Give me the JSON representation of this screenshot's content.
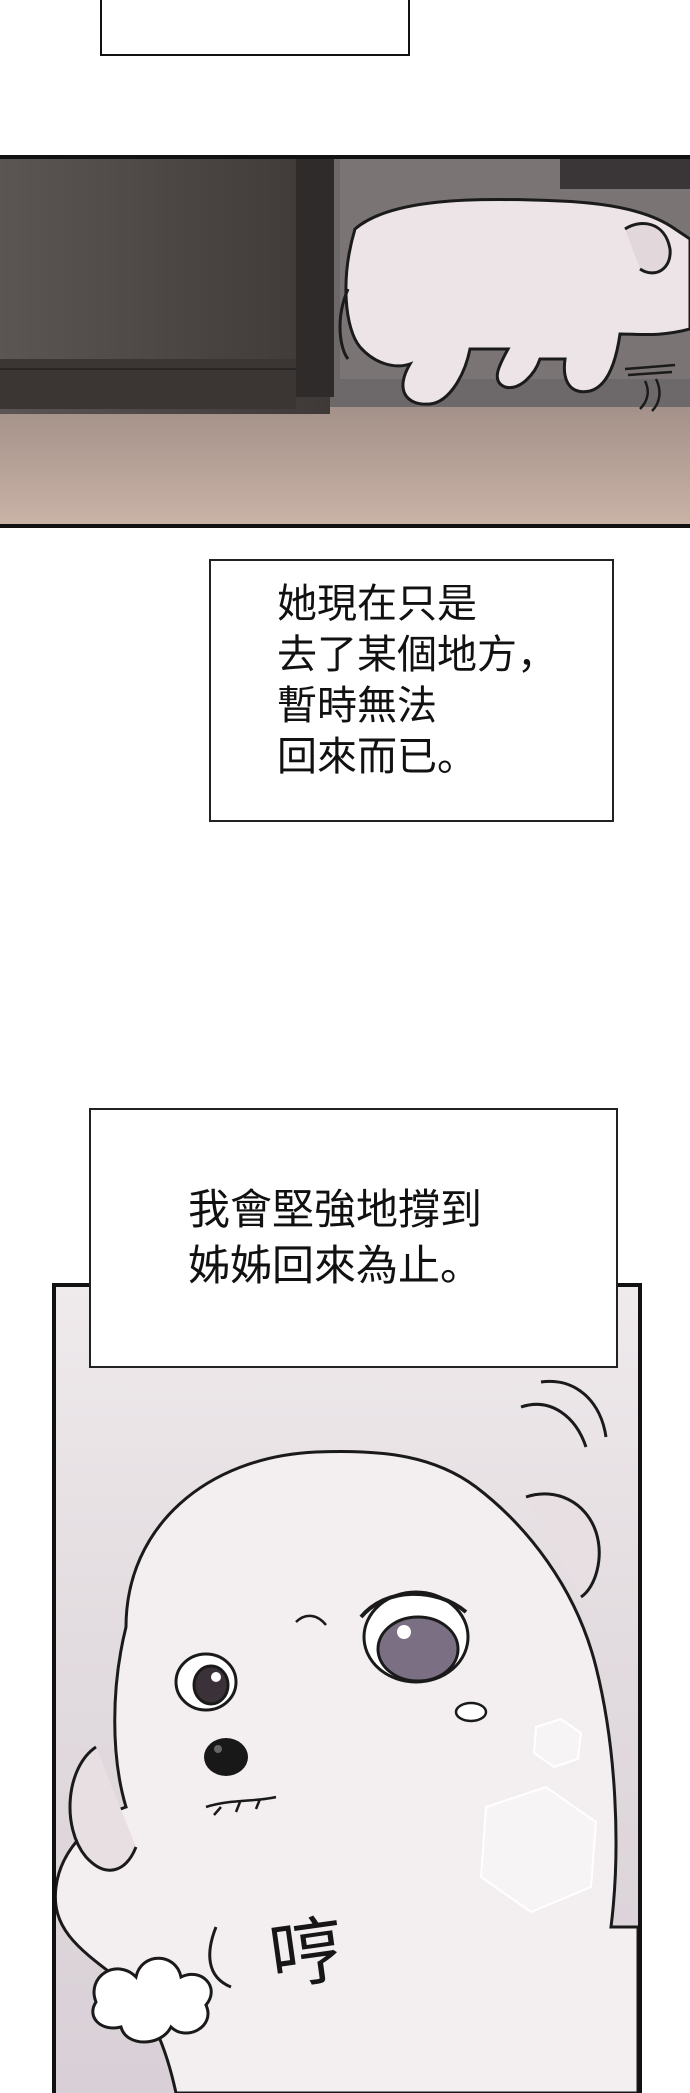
{
  "caption_1": {
    "lines": [
      "她現在只是",
      "去了某個地方，",
      "暫時無法",
      "回來而已。"
    ]
  },
  "caption_2": {
    "lines": [
      "我會堅強地撐到",
      "姊姊回來為止。"
    ]
  },
  "sound_effect": "哼",
  "colors": {
    "floor": "#c4ada2",
    "cabinet": "#4a4543",
    "wall": "#6d6869",
    "puppy_fur": "#ece4e6",
    "ink": "#111111"
  }
}
